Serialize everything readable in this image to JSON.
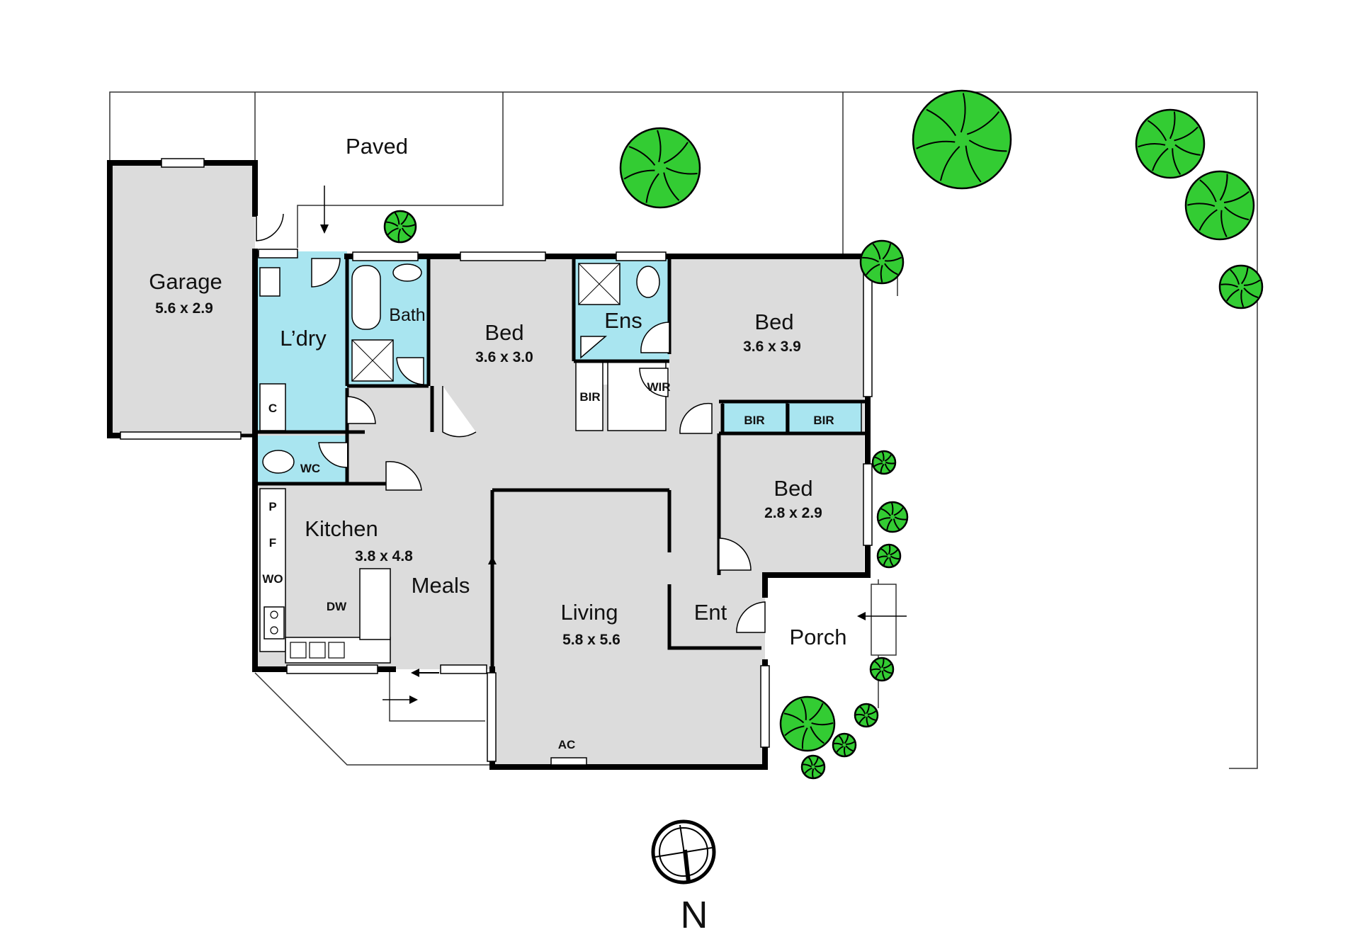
{
  "rooms": {
    "garage": {
      "name": "Garage",
      "dim": "5.6 x 2.9"
    },
    "laundry": {
      "name": "L’dry"
    },
    "bath": {
      "name": "Bath"
    },
    "bed1": {
      "name": "Bed",
      "dim": "3.6 x 3.0"
    },
    "ensuite": {
      "name": "Ens"
    },
    "bed2": {
      "name": "Bed",
      "dim": "3.6 x 3.9"
    },
    "bed3": {
      "name": "Bed",
      "dim": "2.8 x 2.9"
    },
    "kitchen": {
      "name": "Kitchen",
      "dim": "3.8 x 4.8"
    },
    "meals": {
      "name": "Meals"
    },
    "living": {
      "name": "Living",
      "dim": "5.8 x 5.6"
    },
    "entry": {
      "name": "Ent"
    },
    "porch": {
      "name": "Porch"
    },
    "paved": {
      "name": "Paved"
    }
  },
  "fixtures": {
    "cupboard": "C",
    "wc": "WC",
    "bir1": "BIR",
    "wir": "WIR",
    "bir2": "BIR",
    "bir3": "BIR",
    "pantry": "P",
    "fridge": "F",
    "wall_oven": "WO",
    "dishwasher": "DW",
    "air_con": "AC"
  },
  "compass": {
    "label": "N"
  },
  "colors": {
    "room": "#dcdcdc",
    "wet": "#a9e5f0",
    "wall": "#000000",
    "tree": "#33cc33",
    "background": "#ffffff"
  }
}
